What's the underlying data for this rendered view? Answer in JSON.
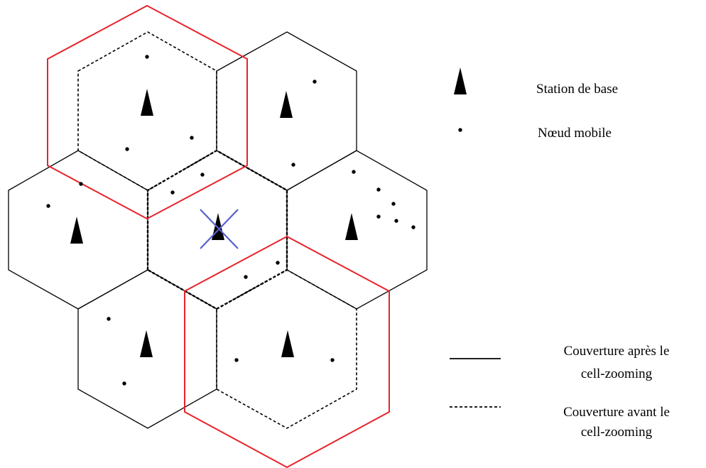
{
  "legend": {
    "base_station": "Station de base",
    "mobile_node": "Nœud mobile",
    "after_line1": "Couverture après le",
    "after_line2": "cell-zooming",
    "before_line1": "Couverture avant le",
    "before_line2": "cell-zooming"
  },
  "colors": {
    "enlarged_cell": "#e8232a",
    "switched_off_mark": "#5560cc",
    "outline": "#000000"
  },
  "icons": {
    "base_station": "antenna-tower-icon",
    "mobile_node": "dot-icon",
    "switched_off": "x-mark-icon"
  }
}
